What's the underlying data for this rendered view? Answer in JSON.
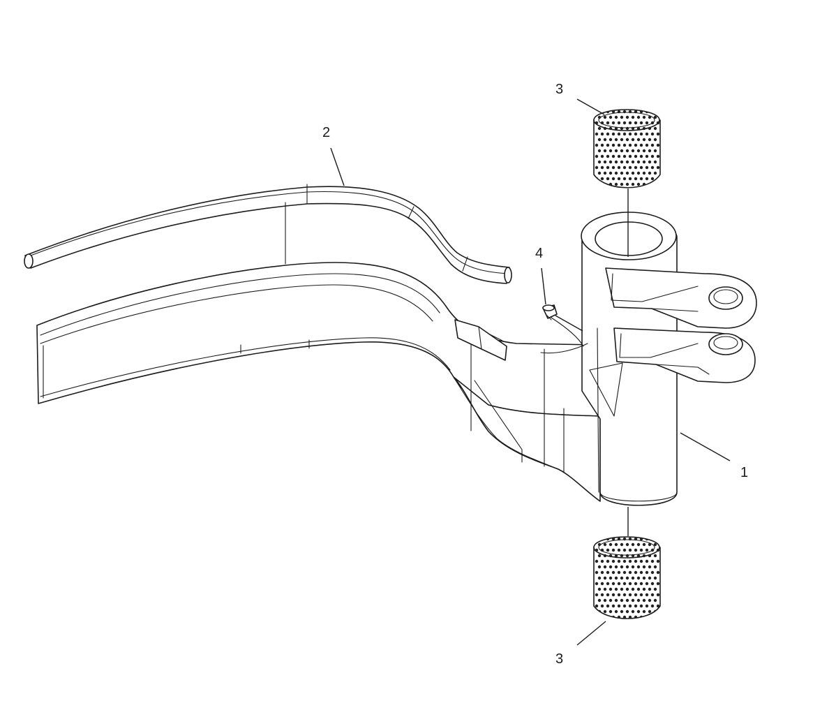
{
  "callouts": {
    "part_1": "1",
    "part_2": "2",
    "part_3_top": "3",
    "part_3_bottom": "3",
    "part_4": "4"
  },
  "colors": {
    "line": "#1b1b1b",
    "background": "#ffffff"
  }
}
